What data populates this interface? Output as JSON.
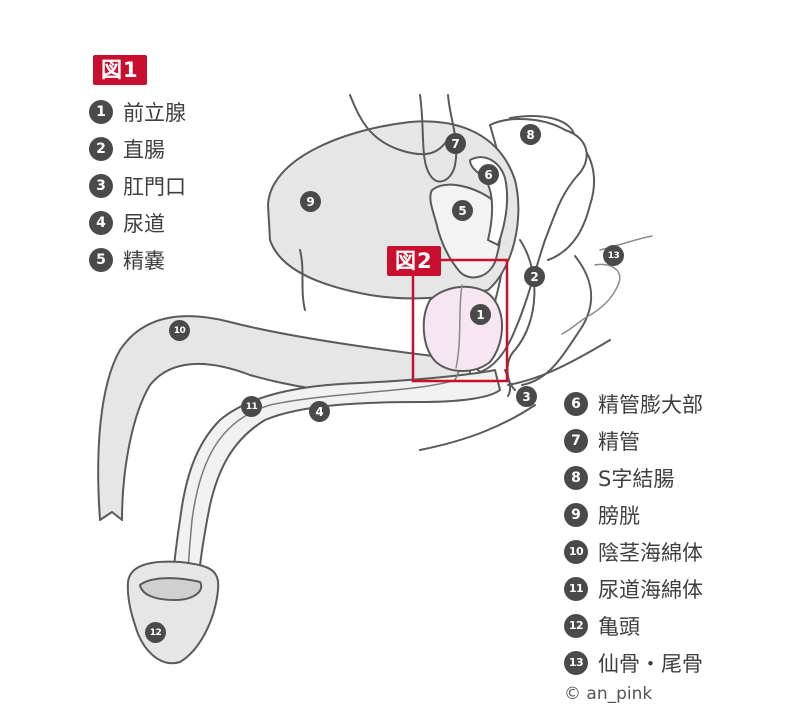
{
  "figure1_label": "図1",
  "figure2_label": "図2",
  "legend_left": [
    {
      "num": "1",
      "label": "前立腺"
    },
    {
      "num": "2",
      "label": "直腸"
    },
    {
      "num": "3",
      "label": "肛門口"
    },
    {
      "num": "4",
      "label": "尿道"
    },
    {
      "num": "5",
      "label": "精嚢"
    }
  ],
  "legend_right": [
    {
      "num": "6",
      "label": "精管膨大部"
    },
    {
      "num": "7",
      "label": "精管"
    },
    {
      "num": "8",
      "label": "S字結腸"
    },
    {
      "num": "9",
      "label": "膀胱"
    },
    {
      "num": "10",
      "label": "陰茎海綿体"
    },
    {
      "num": "11",
      "label": "尿道海綿体"
    },
    {
      "num": "12",
      "label": "亀頭"
    },
    {
      "num": "13",
      "label": "仙骨・尾骨"
    }
  ],
  "markers": {
    "m1": "1",
    "m2": "2",
    "m3": "3",
    "m4": "4",
    "m5": "5",
    "m6": "6",
    "m7": "7",
    "m8": "8",
    "m9": "9",
    "m10": "10",
    "m11": "11",
    "m12": "12",
    "m13": "13"
  },
  "copyright": "© an_pink",
  "colors": {
    "organ_fill": "#e6e6e6",
    "organ_stroke": "#5a5a5a",
    "prostate_fill": "#f6e6f2",
    "highlight": "#c8102e",
    "marker": "#4a4a4a"
  }
}
